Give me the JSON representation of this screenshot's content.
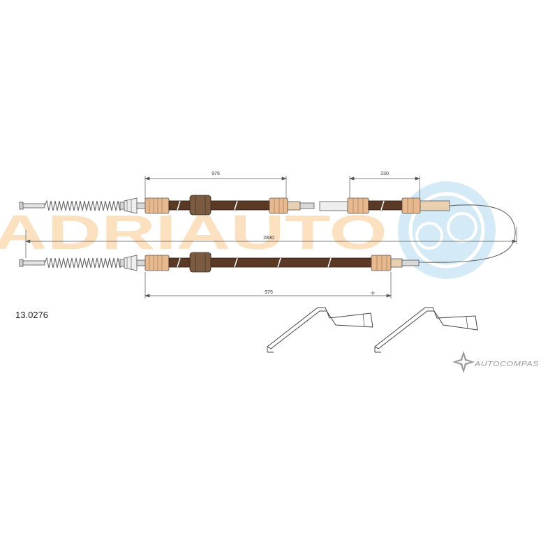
{
  "part_number": "13.0276",
  "dimensions": {
    "top_left": "975",
    "top_right": "230",
    "overall": "2830",
    "bottom": "975"
  },
  "brand": {
    "name": "AUTOCOMPAS",
    "watermark_text": "ADRIAUTO"
  },
  "colors": {
    "cable_sheath": "#5a3a25",
    "fitting": "#e8b98f",
    "dimension_line": "#444444",
    "watermark_orange": "#fbd7ac",
    "watermark_blue": "#c6e4f5"
  }
}
